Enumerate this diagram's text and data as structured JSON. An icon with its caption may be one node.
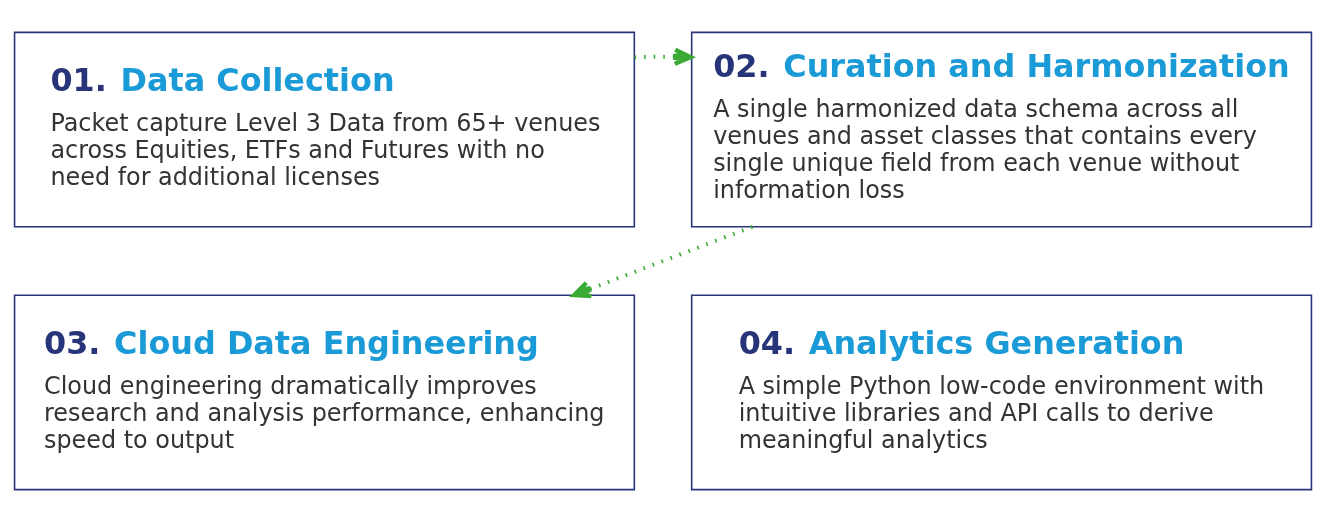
{
  "diagram": {
    "nodes": [
      {
        "text": [
          "01. Data Collection",
          "Packet capture Level 3 Data from 65+ venues across Equities, ETFs and Futures with no need for additional licenses"
        ]
      },
      {
        "text": [
          "02. Curation and Harmonization",
          "A single harmonized data schema across all venues and asset classes that contains every single unique field from each venue without information loss"
        ]
      },
      {
        "text": [
          "03. Cloud Data Engineering",
          "Cloud engineering dramatically improves research and analysis performance, enhancing speed to output"
        ]
      },
      {
        "text": [
          "04. Analytics Generation",
          "A simple Python low-code environment with intuitive libraries and API calls to derive meaningful analytics"
        ]
      }
    ],
    "edges": [
      {
        "from": 0,
        "to": 1,
        "arrow": "to"
      },
      {
        "from": 1,
        "to": 2,
        "arrow": "to"
      }
    ]
  }
}
